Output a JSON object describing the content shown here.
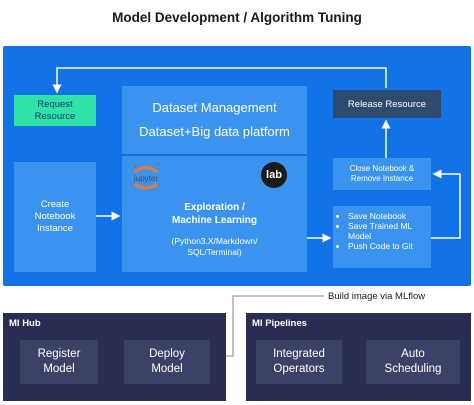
{
  "title": "Model Development / Algorithm Tuning",
  "main_panel": {
    "request_resource": "Request\nResource",
    "dataset_line1": "Dataset Management",
    "dataset_line2": "Dataset+Big data platform",
    "release_resource": "Release Resource",
    "create_notebook": "Create\nNotebook\nInstance",
    "jupyter_label": "jupyter",
    "lab_label": "lab",
    "exploration_title": "Exploration /\nMachine Learning",
    "exploration_sub": "(Python3.X/Markdown/\nSQL/Terminal)",
    "close_notebook": "Close Notebook &\nRemove Instance",
    "save_items": [
      "Save Notebook",
      "Save Trained ML Model",
      "Push Code to Git"
    ]
  },
  "build_label": "Build image via MLflow",
  "ml_hub": {
    "label": "Ml Hub",
    "register_model": "Register\nModel",
    "deploy_model": "Deploy\nModel"
  },
  "ml_pipelines": {
    "label": "Ml Pipelines",
    "integrated_operators": "Integrated\nOperators",
    "auto_scheduling": "Auto\nScheduling"
  },
  "colors": {
    "panel_blue": "#1273e8",
    "box_blue": "#3b93f0",
    "green": "#2ee3a5",
    "release_dark": "#2e4a6c",
    "bottom_panel": "#2a2e55",
    "bottom_box": "#3c4168"
  }
}
